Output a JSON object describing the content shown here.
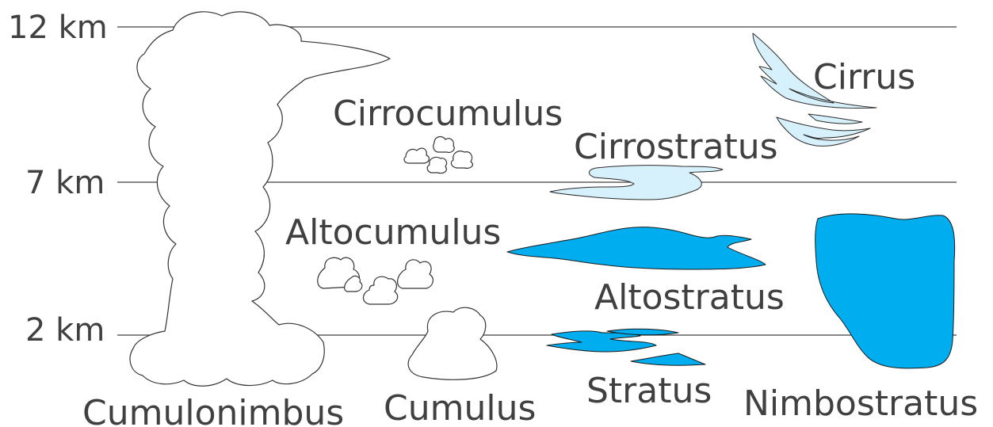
{
  "altitudes": {
    "high": "12 km",
    "mid": "7 km",
    "low": "2 km"
  },
  "clouds": {
    "cumulonimbus": "Cumulonimbus",
    "cumulus": "Cumulus",
    "cirrocumulus": "Cirrocumulus",
    "cirrostratus": "Cirrostratus",
    "cirrus": "Cirrus",
    "altocumulus": "Altocumulus",
    "altostratus": "Altostratus",
    "stratus": "Stratus",
    "nimbostratus": "Nimbostratus"
  },
  "colors": {
    "text": "#404040",
    "high_cloud_fill": "#d6f1fb",
    "mid_low_cloud_fill": "#00aeef",
    "outline_fill": "#ffffff"
  }
}
